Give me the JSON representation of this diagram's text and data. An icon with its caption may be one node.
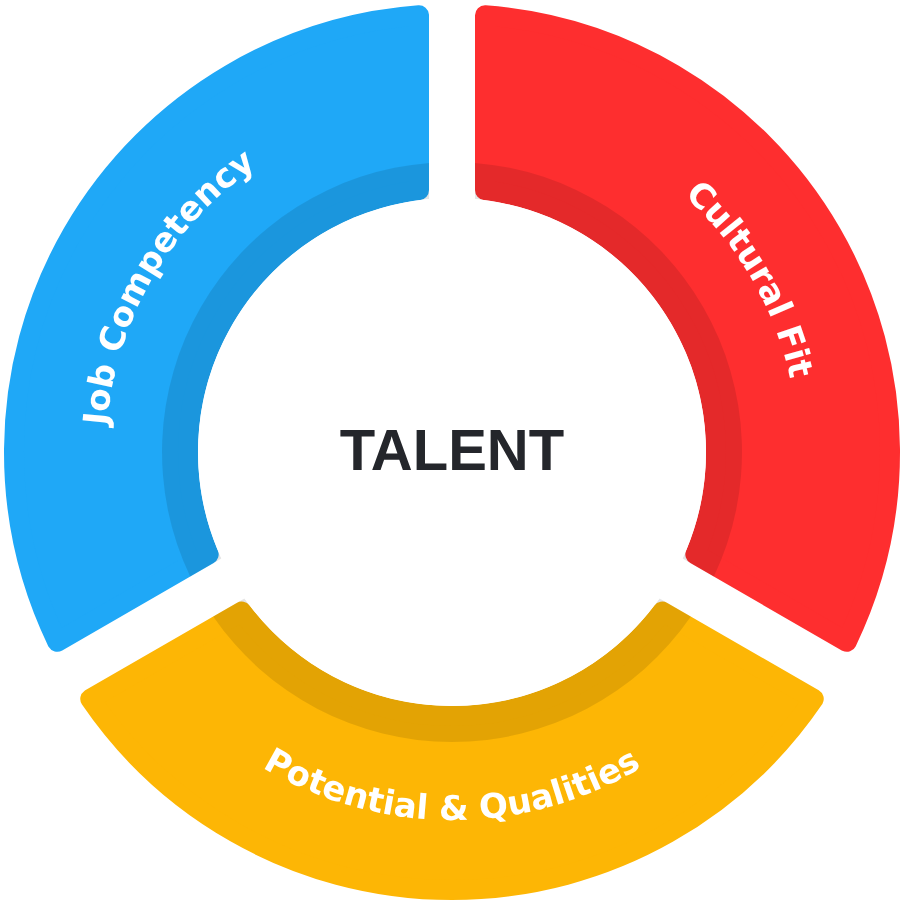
{
  "diagram": {
    "nodes": [
      {
        "text": [
          "TALENT"
        ]
      },
      {
        "text": [
          "Job Competency"
        ]
      },
      {
        "text": [
          "Cultural Fit"
        ]
      },
      {
        "text": [
          "Potential & Qualities"
        ]
      }
    ],
    "edges": []
  }
}
